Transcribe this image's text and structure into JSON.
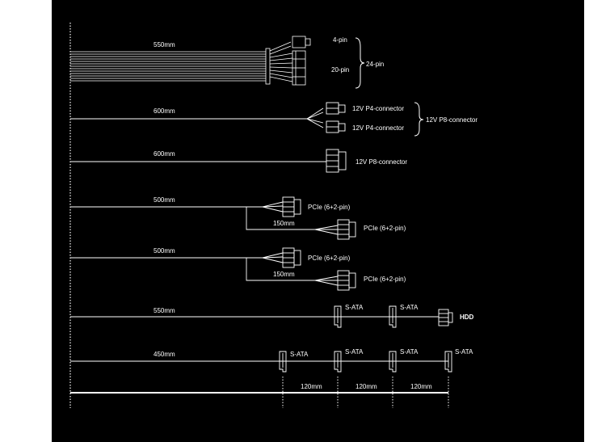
{
  "colors": {
    "background": "#000000",
    "line": "#ffffff",
    "white_bar": "#ffffff"
  },
  "cables": [
    {
      "length": "550mm",
      "labels": {
        "four_pin": "4-pin",
        "twenty_pin": "20-pin",
        "twenty_four_pin": "24-pin"
      }
    },
    {
      "length": "600mm",
      "labels": {
        "p4_top": "12V P4-connector",
        "p4_bottom": "12V P4-connector",
        "p8": "12V P8-connector"
      }
    },
    {
      "length": "600mm",
      "labels": {
        "p8": "12V P8-connector"
      }
    },
    {
      "length": "500mm",
      "labels": {
        "pcie_1": "PCIe (6+2-pin)",
        "pcie_2": "PCIe (6+2-pin)",
        "branch": "150mm"
      }
    },
    {
      "length": "500mm",
      "labels": {
        "pcie_1": "PCIe (6+2-pin)",
        "pcie_2": "PCIe (6+2-pin)",
        "branch": "150mm"
      }
    },
    {
      "length": "550mm",
      "labels": {
        "sata_1": "S-ATA",
        "sata_2": "S-ATA",
        "hdd": "HDD"
      }
    },
    {
      "length": "450mm",
      "labels": {
        "sata_1": "S-ATA",
        "sata_2": "S-ATA",
        "sata_3": "S-ATA",
        "sata_4": "S-ATA"
      }
    }
  ],
  "spacing": [
    "120mm",
    "120mm",
    "120mm"
  ]
}
